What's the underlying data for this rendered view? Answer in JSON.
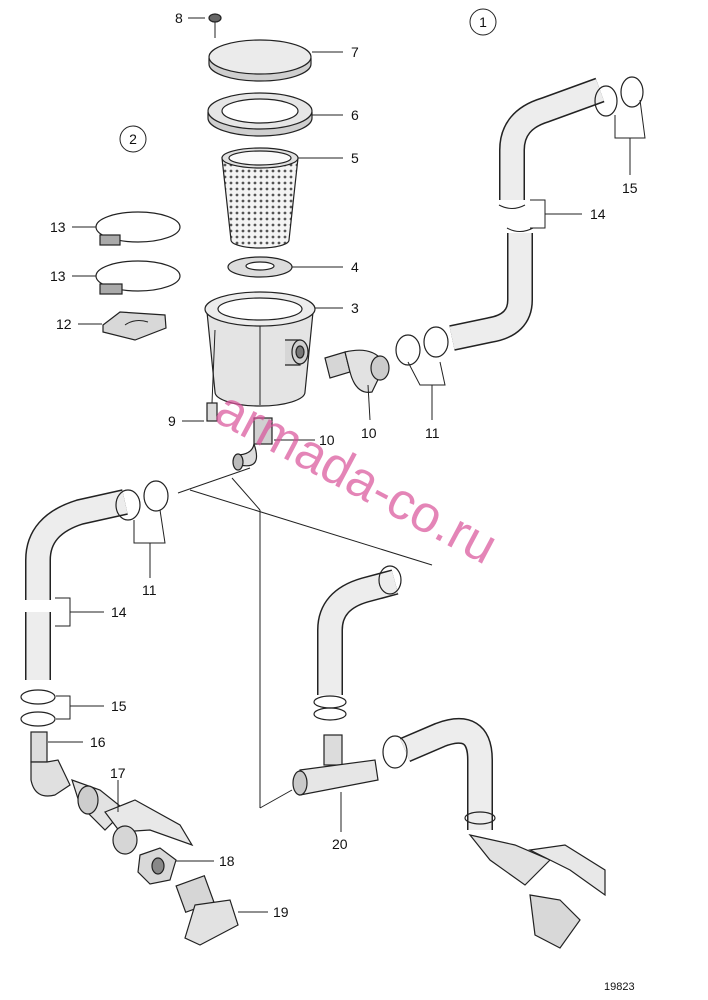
{
  "group_markers": [
    "1",
    "2"
  ],
  "callouts": {
    "p8": "8",
    "p7": "7",
    "p6": "6",
    "p5": "5",
    "p4": "4",
    "p3": "3",
    "p13a": "13",
    "p13b": "13",
    "p12": "12",
    "p9": "9",
    "p10a": "10",
    "p10b": "10",
    "p11a": "11",
    "p15a": "15",
    "p14a": "14",
    "p11b": "11",
    "p14b": "14",
    "p15b": "15",
    "p16": "16",
    "p17": "17",
    "p18": "18",
    "p19": "19",
    "p20": "20"
  },
  "doc_number": "19823",
  "watermark": "armada-co.ru",
  "colors": {
    "part_fill": "#e8e8e8",
    "part_shade": "#c9c9c9",
    "watermark": "#d9529a"
  }
}
